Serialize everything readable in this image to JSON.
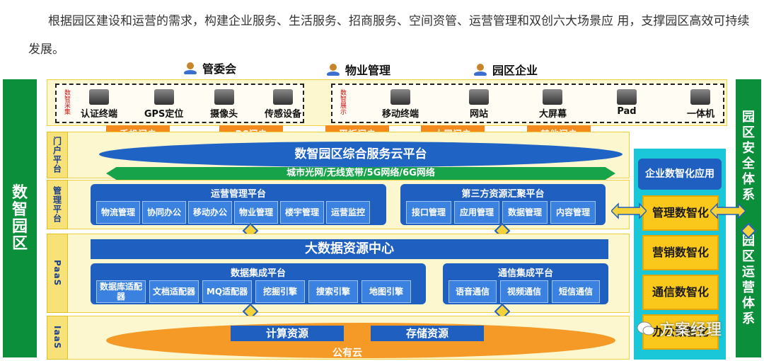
{
  "intro": {
    "text": "根据园区建设和运营的需求，构建企业服务、生活服务、招商服务、空间资管、运营管理和双创六大场景应 用，支撑园区高效可持续发展。"
  },
  "roles": [
    "管委会",
    "物业管理",
    "园区企业"
  ],
  "left_side": [
    "数",
    "智",
    "园",
    "区"
  ],
  "right_side_top": [
    "园",
    "区",
    "安",
    "全",
    "体",
    "系"
  ],
  "right_side_bottom": [
    "园",
    "区",
    "运",
    "营",
    "体",
    "系"
  ],
  "collect": {
    "label": "数智采集",
    "devices": [
      "认证终端",
      "GPS定位",
      "摄像头",
      "传感设备"
    ]
  },
  "display": {
    "label": "数智展示",
    "devices": [
      "移动终端",
      "网站",
      "大屏幕",
      "Pad",
      "一体机"
    ]
  },
  "portals": [
    "手机门户",
    "PC门户",
    "平板门户",
    "大屏门户",
    "其他门户"
  ],
  "layers": {
    "portal": "门户平台",
    "manage": "管理平台",
    "paas": "PaaS",
    "iaas": "IaaS"
  },
  "cloud_platform": "数智园区综合服务云平台",
  "network": "城市光网/无线宽带/5G网络/6G网络",
  "ops_platform": {
    "title": "运营管理平台",
    "items": [
      "物流管理",
      "协同办公",
      "移动办公",
      "物业管理",
      "楼宇管理",
      "运营监控"
    ]
  },
  "third_party": {
    "title": "第三方资源汇聚平台",
    "items": [
      "接口管理",
      "应用管理",
      "数据管理",
      "内容管理"
    ]
  },
  "bigdata": "大数据资源中心",
  "data_integration": {
    "title": "数据集成平台",
    "items": [
      "数据库适配器",
      "文档适配器",
      "MQ适配器",
      "挖掘引擎",
      "搜索引擎",
      "地图引擎"
    ]
  },
  "comm_integration": {
    "title": "通信集成平台",
    "items": [
      "语音通信",
      "视频通信",
      "短信通信"
    ]
  },
  "iaas": {
    "compute": "计算资源",
    "storage": "存储资源",
    "cloud": "公有云"
  },
  "enterprise": {
    "title": "企业数智化应用",
    "items": [
      "管理数智化",
      "营销数智化",
      "通信数智化",
      "办公数智化"
    ]
  },
  "watermark": "方案经理"
}
